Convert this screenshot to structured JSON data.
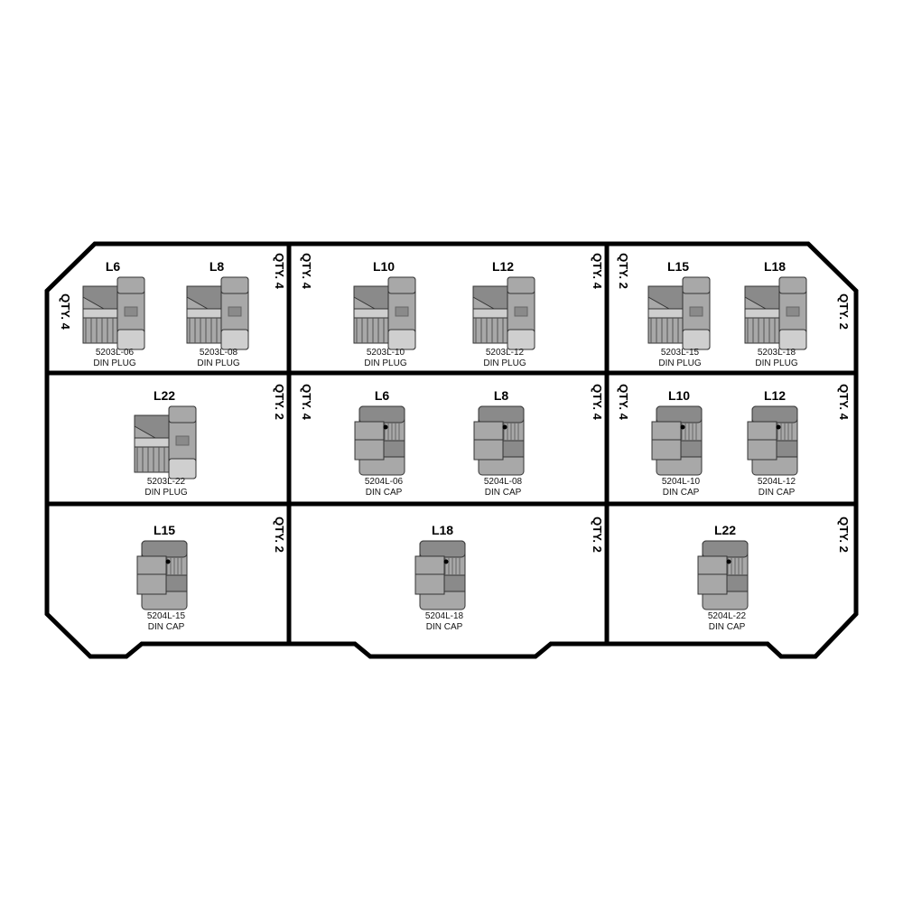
{
  "colors": {
    "outline": "#000000",
    "body_dark": "#8a8a8a",
    "body_mid": "#a8a8a8",
    "body_light": "#cfcfcf",
    "background": "#ffffff"
  },
  "compartments": [
    {
      "qty": [
        "QTY. 4",
        "QTY. 4"
      ],
      "items": [
        {
          "size": "L6",
          "part": "5203L-06",
          "type": "DIN PLUG",
          "kind": "plug"
        },
        {
          "size": "L8",
          "part": "5203L-08",
          "type": "DIN PLUG",
          "kind": "plug"
        }
      ]
    },
    {
      "qty": [
        "QTY. 4",
        "QTY. 4"
      ],
      "items": [
        {
          "size": "L10",
          "part": "5203L-10",
          "type": "DIN PLUG",
          "kind": "plug"
        },
        {
          "size": "L12",
          "part": "5203L-12",
          "type": "DIN PLUG",
          "kind": "plug"
        }
      ]
    },
    {
      "qty": [
        "QTY. 2",
        "QTY. 2"
      ],
      "items": [
        {
          "size": "L15",
          "part": "5203L-15",
          "type": "DIN PLUG",
          "kind": "plug"
        },
        {
          "size": "L18",
          "part": "5203L-18",
          "type": "DIN PLUG",
          "kind": "plug"
        }
      ]
    },
    {
      "qty": [
        "QTY. 2"
      ],
      "items": [
        {
          "size": "L22",
          "part": "5203L-22",
          "type": "DIN PLUG",
          "kind": "plug"
        }
      ]
    },
    {
      "qty": [
        "QTY. 4",
        "QTY. 4"
      ],
      "items": [
        {
          "size": "L6",
          "part": "5204L-06",
          "type": "DIN CAP",
          "kind": "cap"
        },
        {
          "size": "L8",
          "part": "5204L-08",
          "type": "DIN CAP",
          "kind": "cap"
        }
      ]
    },
    {
      "qty": [
        "QTY. 4",
        "QTY. 4"
      ],
      "items": [
        {
          "size": "L10",
          "part": "5204L-10",
          "type": "DIN CAP",
          "kind": "cap"
        },
        {
          "size": "L12",
          "part": "5204L-12",
          "type": "DIN CAP",
          "kind": "cap"
        }
      ]
    },
    {
      "qty": [
        "QTY. 2"
      ],
      "items": [
        {
          "size": "L15",
          "part": "5204L-15",
          "type": "DIN CAP",
          "kind": "cap"
        }
      ]
    },
    {
      "qty": [
        "QTY. 2"
      ],
      "items": [
        {
          "size": "L18",
          "part": "5204L-18",
          "type": "DIN CAP",
          "kind": "cap"
        }
      ]
    },
    {
      "qty": [
        "QTY. 2"
      ],
      "items": [
        {
          "size": "L22",
          "part": "5204L-22",
          "type": "DIN CAP",
          "kind": "cap"
        }
      ]
    }
  ]
}
